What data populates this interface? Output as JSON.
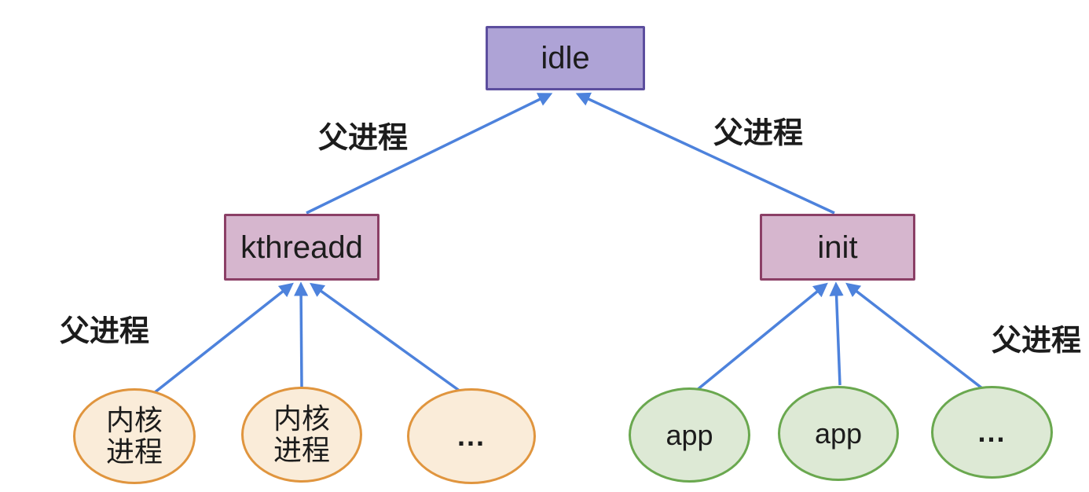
{
  "diagram": {
    "title": "linux-process-tree",
    "nodes": {
      "idle": {
        "label": "idle"
      },
      "kthreadd": {
        "label": "kthreadd"
      },
      "init": {
        "label": "init"
      },
      "left_children": [
        {
          "lines": [
            "内核",
            "进程"
          ]
        },
        {
          "lines": [
            "内核",
            "进程"
          ]
        },
        {
          "lines": [
            "..."
          ]
        }
      ],
      "right_children": [
        {
          "label": "app"
        },
        {
          "label": "app"
        },
        {
          "label": "..."
        }
      ]
    },
    "edge_labels": [
      "父进程",
      "父进程",
      "父进程",
      "父进程"
    ]
  },
  "colors": {
    "arrow": "#4d82dc",
    "idle-fill": "#aea3d6",
    "idle-border": "#5c4e9e",
    "mid-fill": "#d6b6ce",
    "mid-border": "#8b3f66",
    "kernel-fill": "#faecd9",
    "kernel-border": "#e0953e",
    "app-fill": "#dde9d5",
    "app-border": "#6aa84f",
    "text": "#1c1c1c"
  }
}
